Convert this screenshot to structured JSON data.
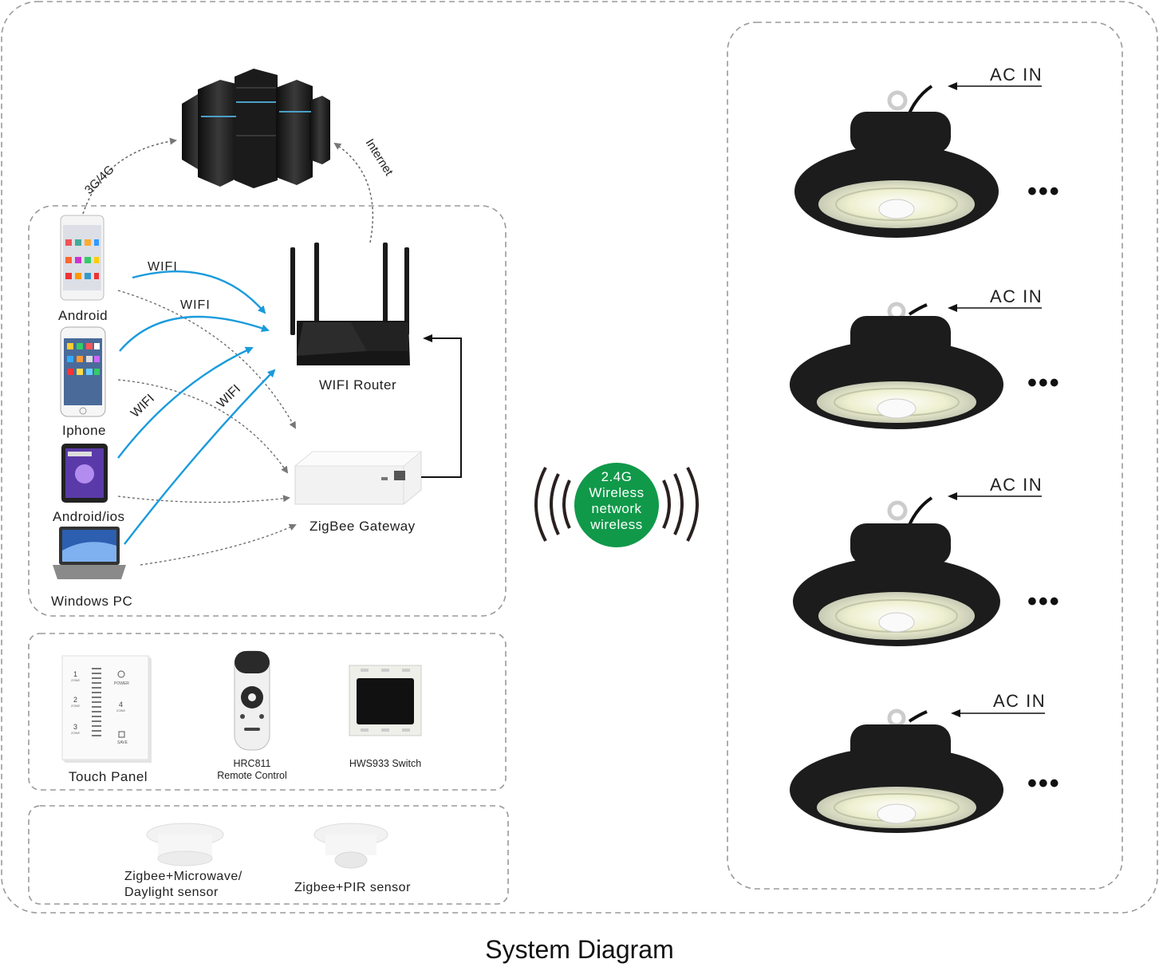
{
  "title": "System Diagram",
  "cloud": {
    "link_mobile": "3G/4G",
    "link_router": "Internet"
  },
  "devices": {
    "android": "Android",
    "iphone": "Iphone",
    "tablet": "Android/ios",
    "pc": "Windows PC"
  },
  "wifi_labels": [
    "WIFI",
    "WIFI",
    "WIFI",
    "WIFI"
  ],
  "router": {
    "label": "WIFI Router"
  },
  "gateway": {
    "label": "ZigBee Gateway"
  },
  "controllers": {
    "touch_panel": "Touch Panel",
    "remote_model": "HRC811",
    "remote_label": "Remote Control",
    "switch_label": "HWS933 Switch",
    "panel_keys": [
      "1",
      "2",
      "3",
      "4"
    ],
    "panel_power": "POWER",
    "panel_save": "SAVE",
    "panel_zone": "ZONE"
  },
  "sensors": {
    "microwave_line1": "Zigbee+Microwave/",
    "microwave_line2": "Daylight sensor",
    "pir": "Zigbee+PIR sensor"
  },
  "wireless": {
    "line1": "2.4G",
    "line2": "Wireless",
    "line3": "network",
    "line4": "wireless"
  },
  "lights": {
    "ac_in": [
      "AC IN",
      "AC IN",
      "AC IN",
      "AC IN"
    ],
    "more": [
      "•••",
      "•••",
      "•••",
      "•••"
    ]
  },
  "colors": {
    "wifi_arrow": "#1a9bdc",
    "badge": "#11994a",
    "dashed_border": "#9a9a9a",
    "fixture_body": "#1c1c1c"
  }
}
